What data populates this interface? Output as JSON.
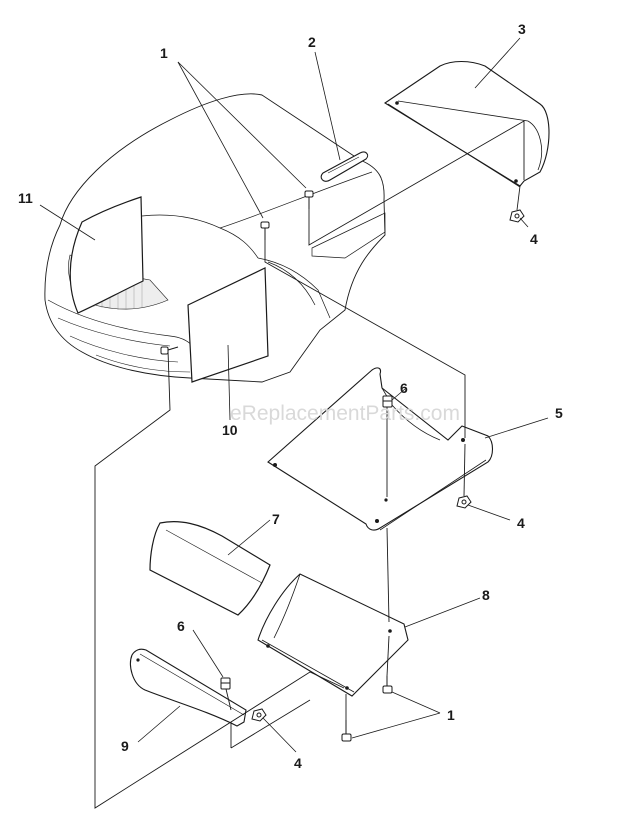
{
  "watermark": "eReplacementParts.com",
  "callouts": {
    "c1_top": "1",
    "c2": "2",
    "c3": "3",
    "c4_top": "4",
    "c11": "11",
    "c10": "10",
    "c6_top": "6",
    "c5": "5",
    "c4_mid": "4",
    "c7": "7",
    "c8": "8",
    "c6_bottom": "6",
    "c1_bottom": "1",
    "c9": "9",
    "c4_bottom": "4"
  },
  "colors": {
    "line": "#1a1a1a",
    "fill": "#ffffff",
    "part_shade": "#d0d0d0",
    "watermark": "#d9d9d9"
  }
}
